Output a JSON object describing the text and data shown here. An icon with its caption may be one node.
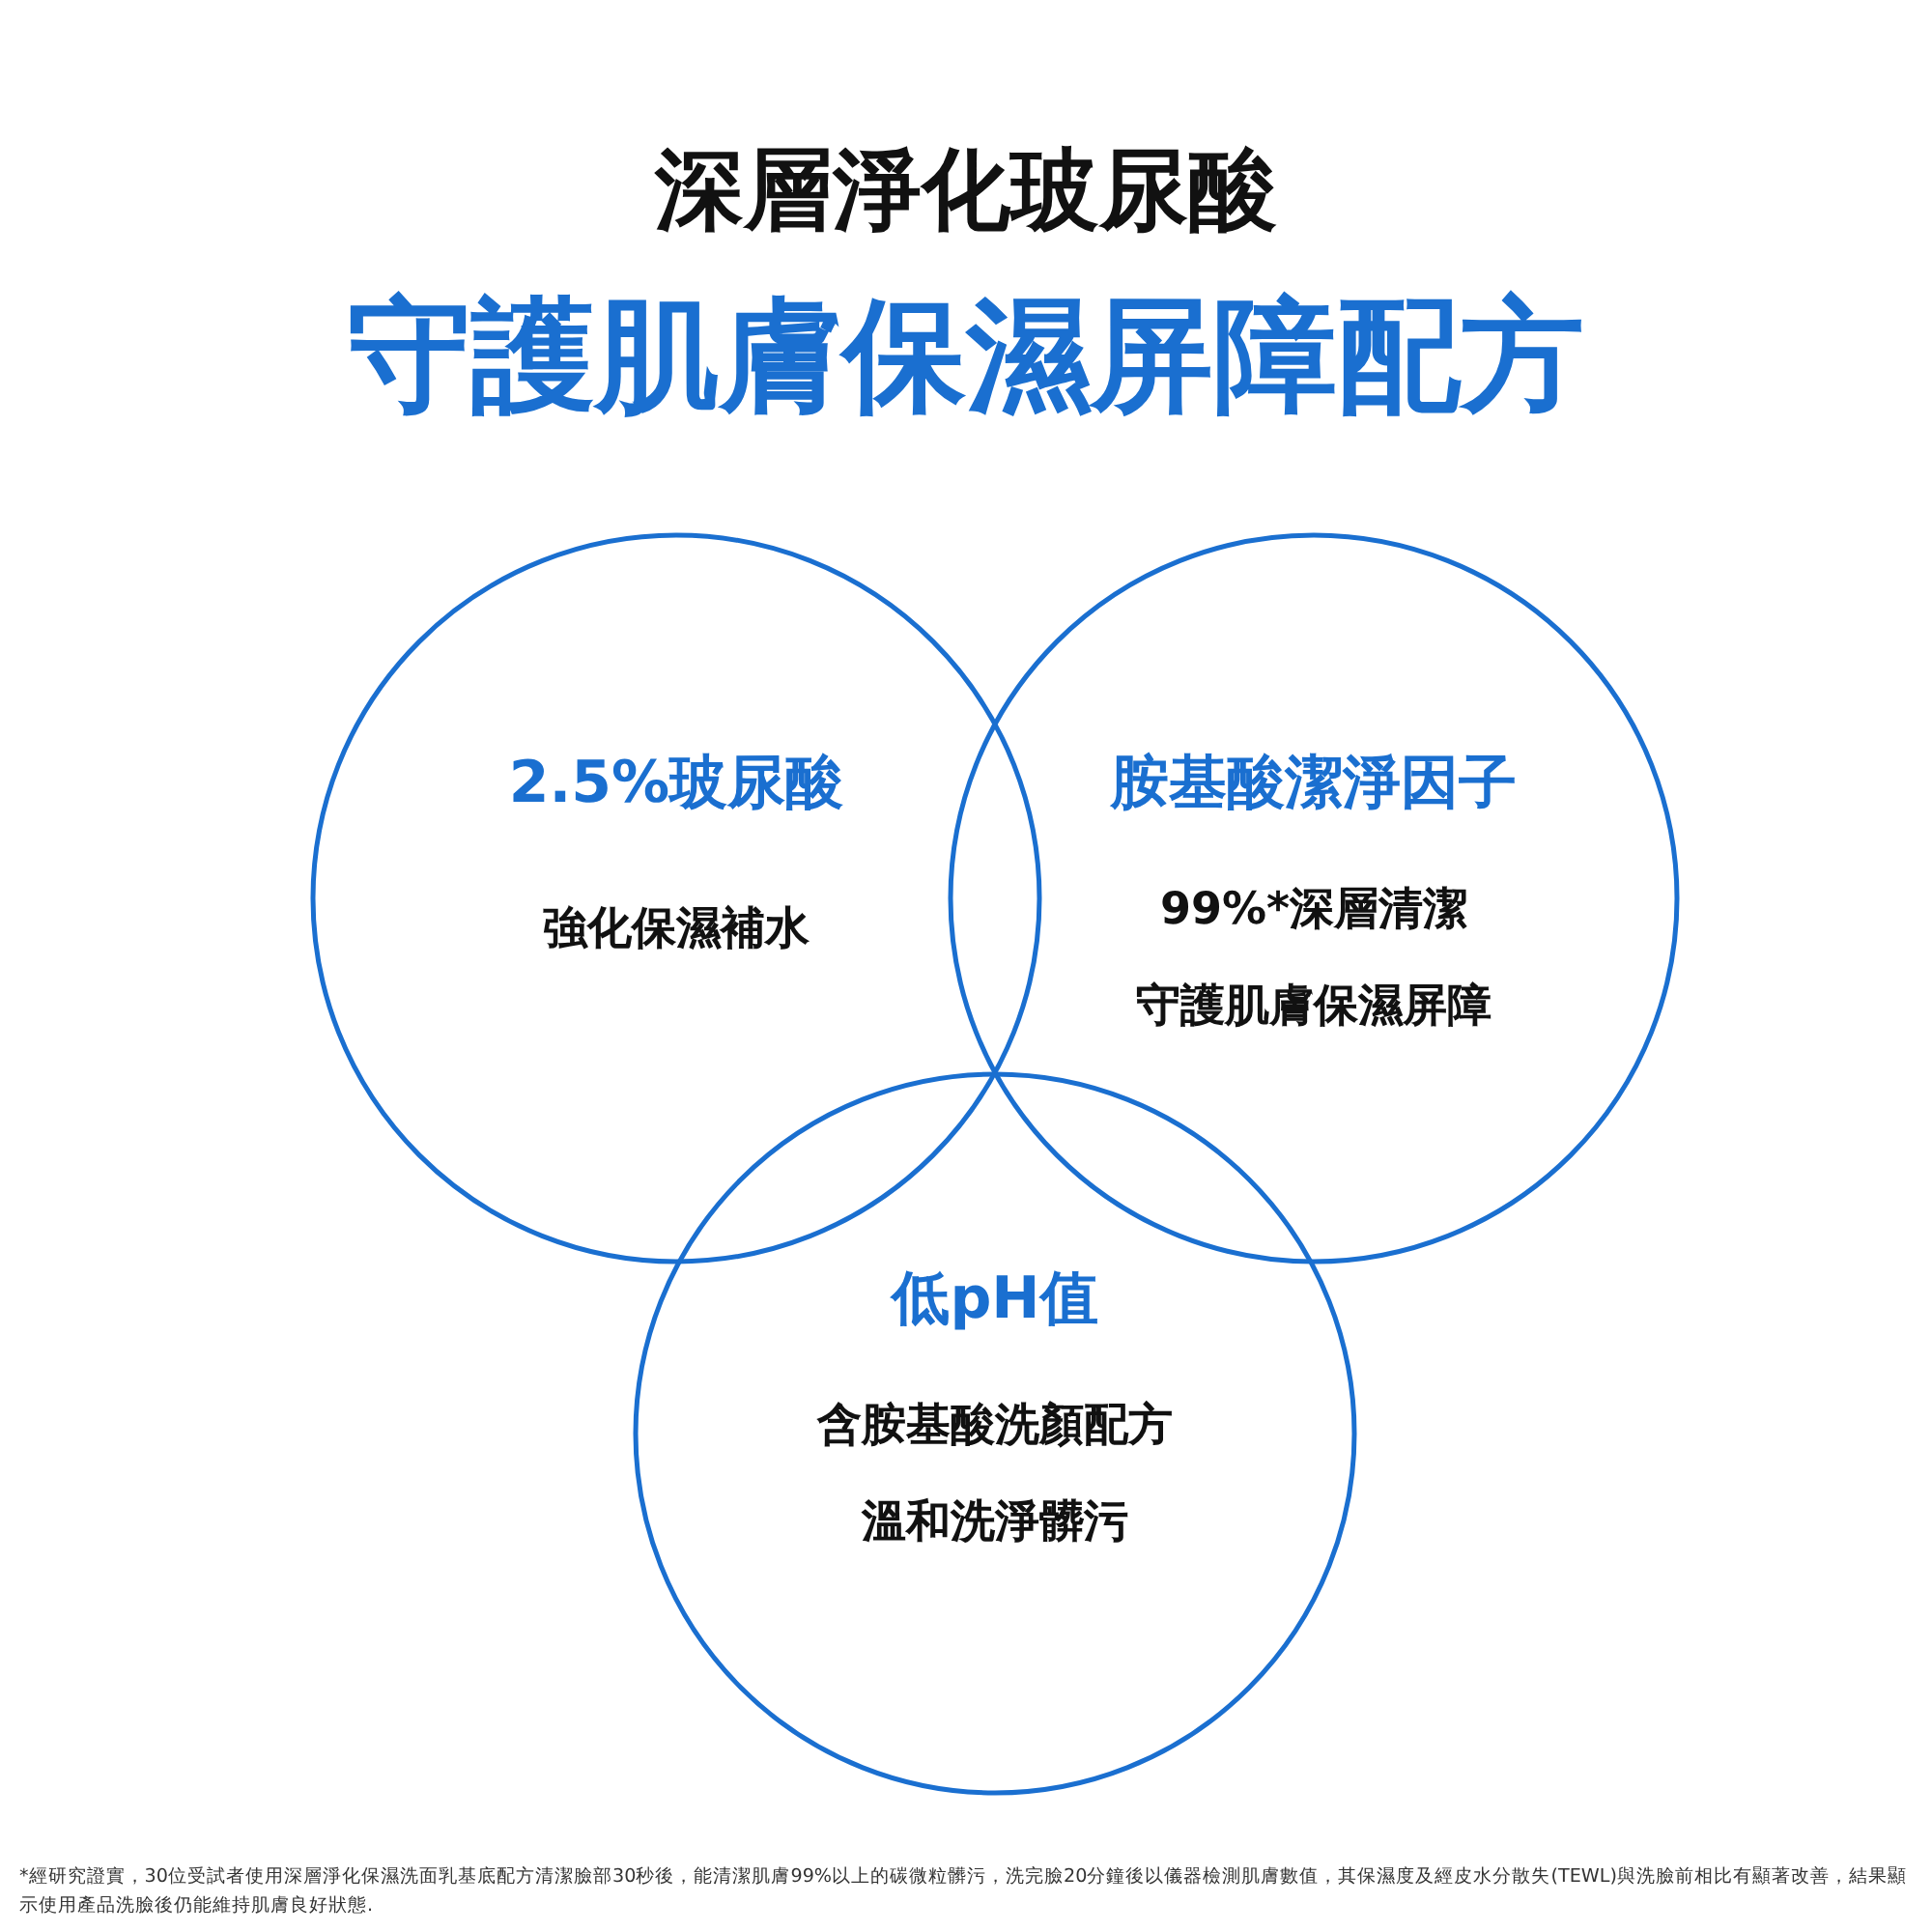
{
  "diagram": {
    "title": "深層淨化玻尿酸",
    "nodes": [
      {
        "text": [
          "2.5%玻尿酸",
          "強化保濕補水"
        ]
      },
      {
        "text": [
          "胺基酸潔淨因子",
          "99%*深層清潔",
          "守護肌膚保濕屏障"
        ]
      },
      {
        "text": [
          "低pH值",
          "含胺基酸洗顏配方",
          "溫和洗淨髒污"
        ]
      }
    ],
    "labels": [
      "守護肌膚保濕屏障配方",
      "*經研究證實，30位受試者使用深層淨化保濕洗面乳基底配方清潔臉部30秒後，能清潔肌膚99%以上的碳微粒髒污，洗完臉20分鐘後以儀器檢測肌膚數值，其保濕度及經皮水分散失(TEWL)與洗臉前相比有顯著改善，結果顯示使用產品洗臉後仍能維持肌膚良好狀態."
    ]
  }
}
